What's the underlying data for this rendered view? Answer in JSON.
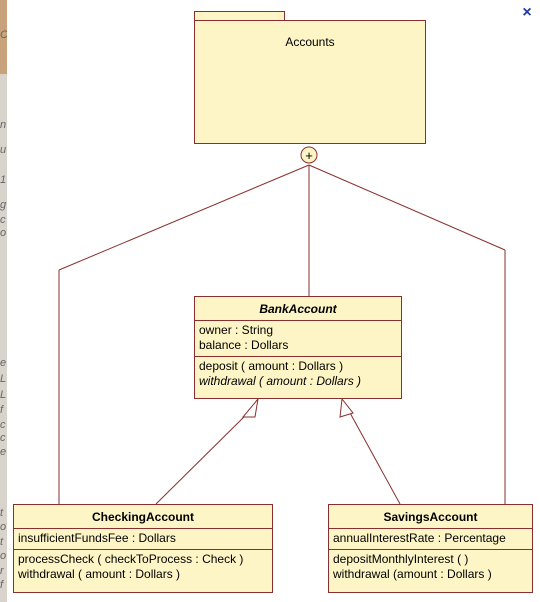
{
  "window": {
    "close_glyph": "×",
    "close_icon": "close-icon"
  },
  "background_fragments": [
    "C",
    "n",
    "u",
    "1",
    "g",
    "c",
    "o",
    "e",
    "L",
    "L",
    "f",
    "c",
    "c",
    "e",
    "t",
    "o",
    "t",
    "o",
    "r",
    "f"
  ],
  "package": {
    "name": "Accounts"
  },
  "containment_symbol": "+",
  "classes": {
    "bank_account": {
      "name": "BankAccount",
      "attributes": [
        "owner : String",
        "balance : Dollars"
      ],
      "operations": [
        "deposit ( amount : Dollars )",
        "withdrawal ( amount : Dollars )"
      ]
    },
    "checking_account": {
      "name": "CheckingAccount",
      "attributes": [
        "insufficientFundsFee : Dollars"
      ],
      "operations": [
        "processCheck ( checkToProcess : Check )",
        "withdrawal ( amount : Dollars )"
      ]
    },
    "savings_account": {
      "name": "SavingsAccount",
      "attributes": [
        "annualInterestRate : Percentage"
      ],
      "operations": [
        "depositMonthlyInterest (  )",
        "withdrawal (amount : Dollars )"
      ]
    }
  },
  "colors": {
    "fill": "#fdf5c6",
    "border": "#8a2f2f",
    "close": "#1f3aa5"
  }
}
